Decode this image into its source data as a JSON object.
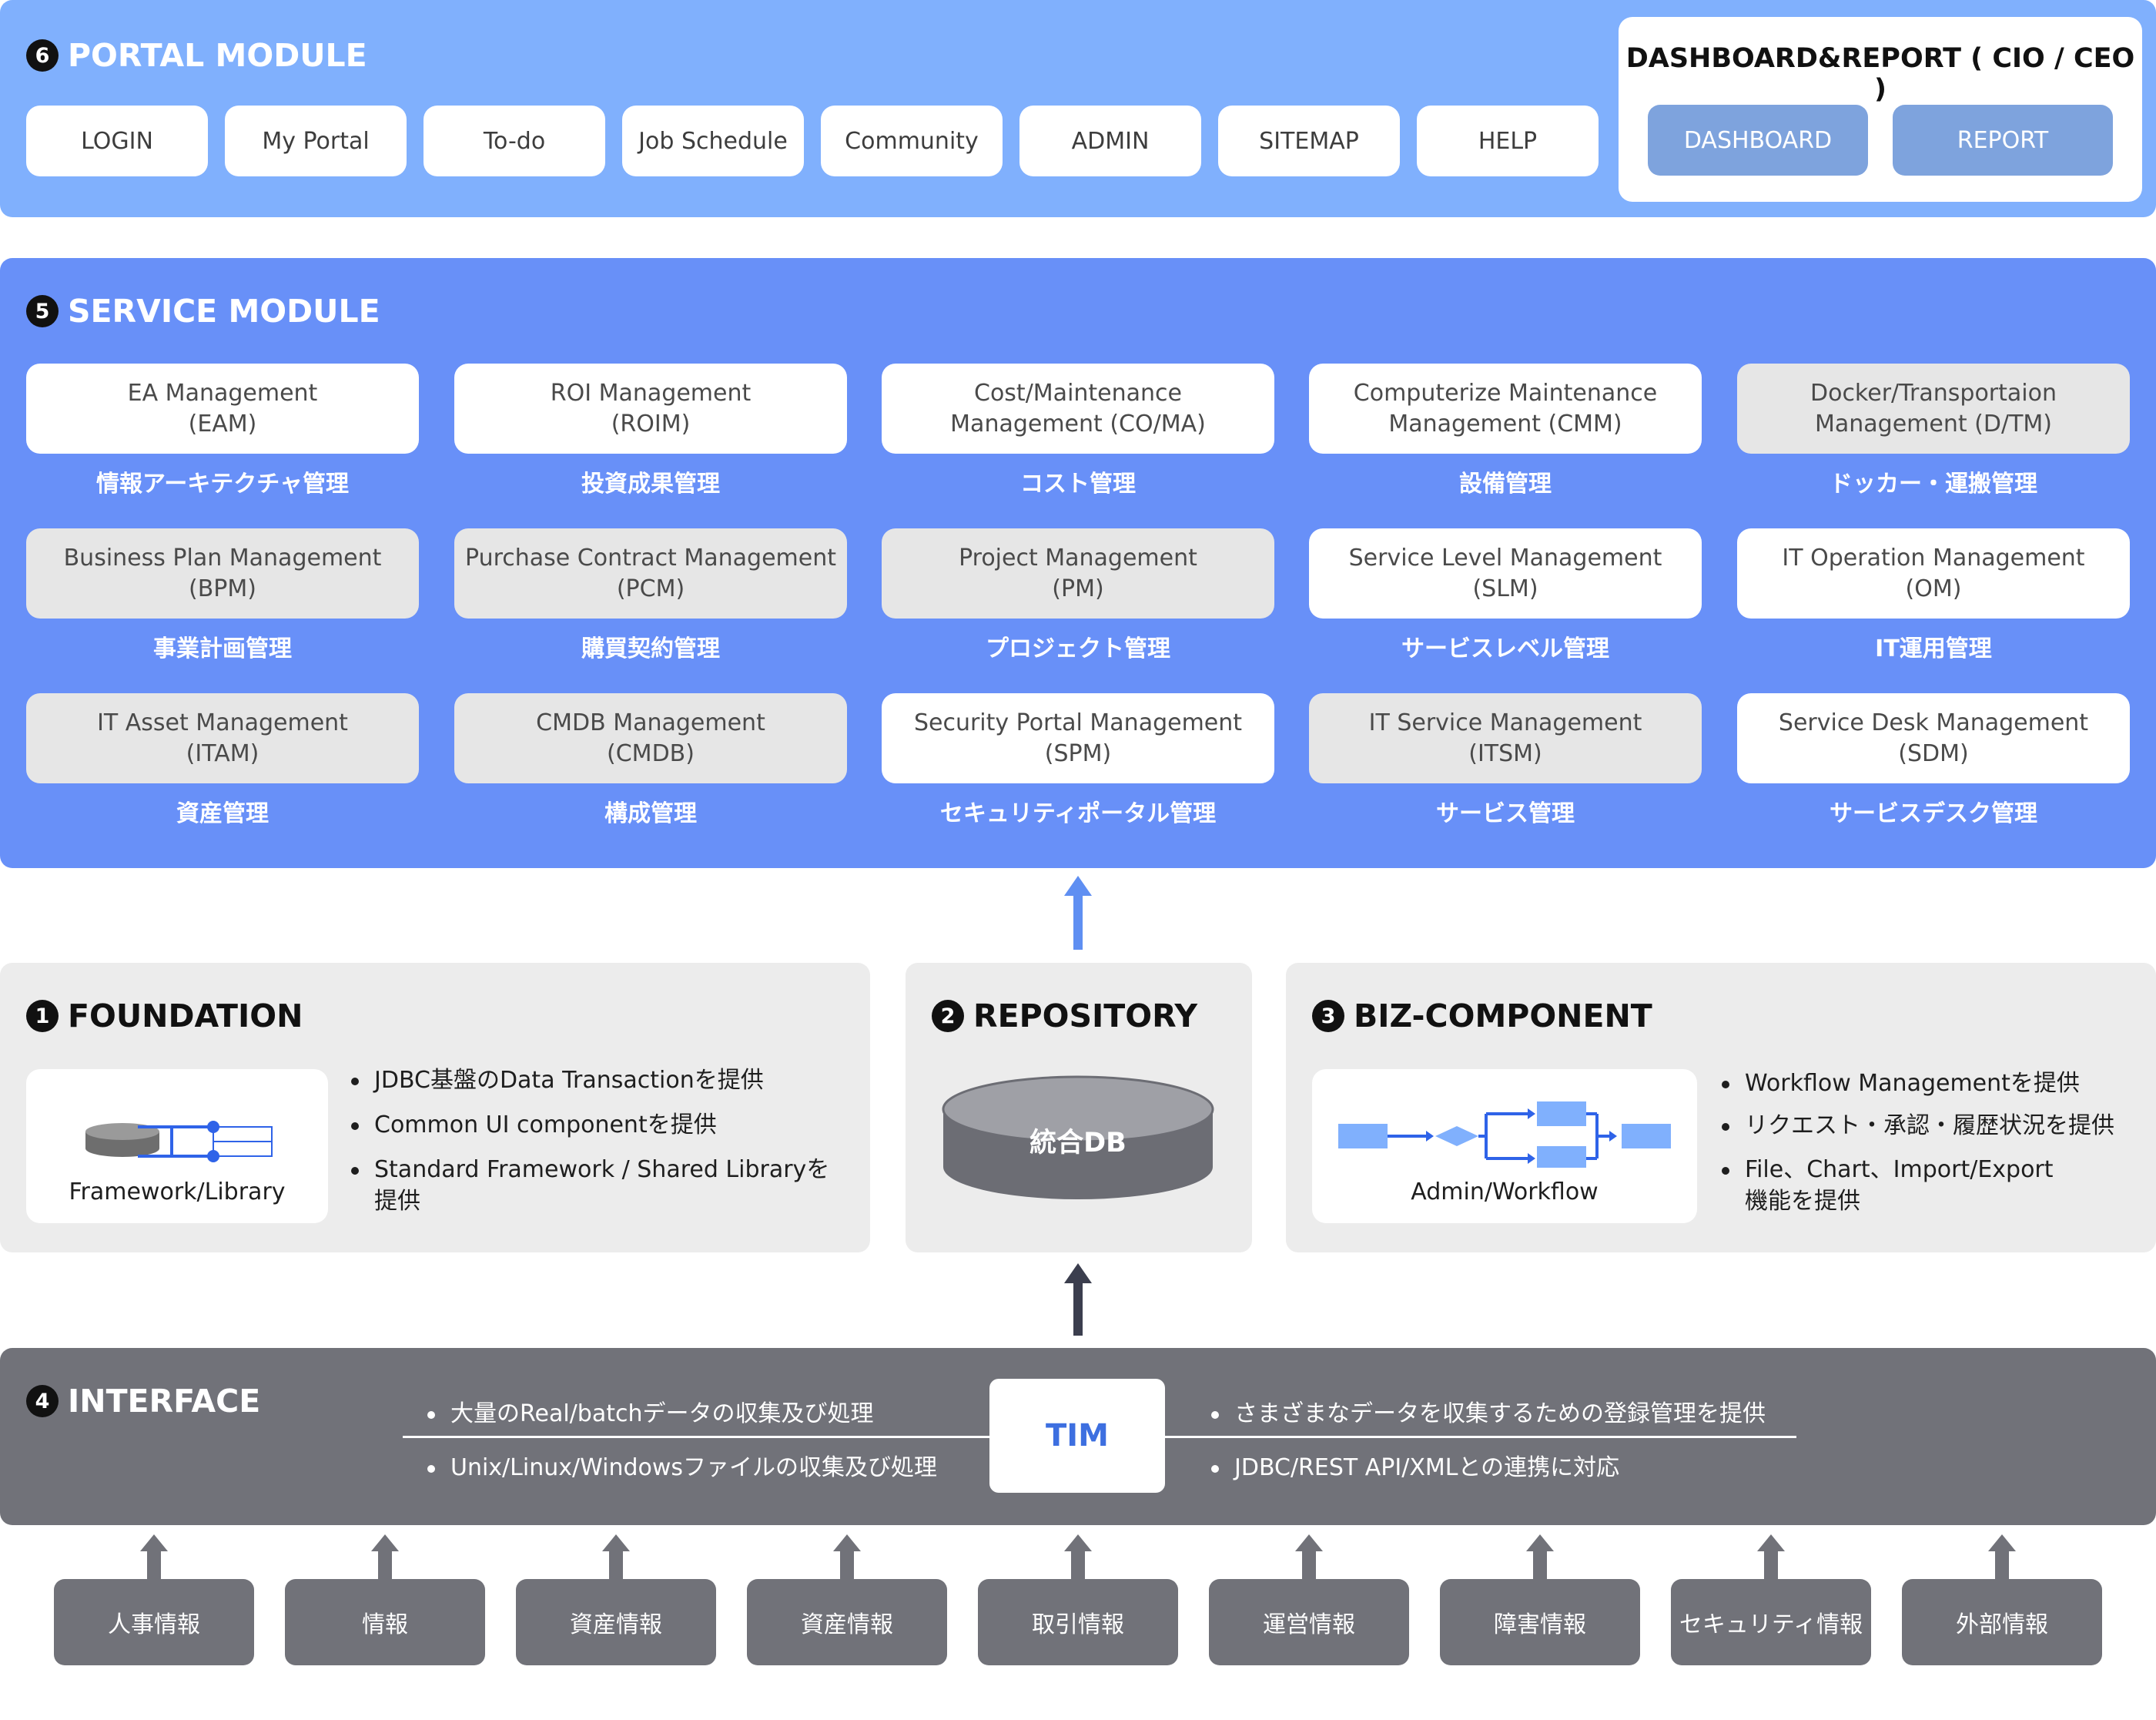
{
  "portal": {
    "number": "6",
    "title": "PORTAL MODULE",
    "buttons": [
      "LOGIN",
      "My Portal",
      "To-do",
      "Job Schedule",
      "Community",
      "ADMIN",
      "SITEMAP",
      "HELP"
    ],
    "dashboard": {
      "title": "DASHBOARD&REPORT ( CIO / CEO )",
      "buttons": [
        "DASHBOARD",
        "REPORT"
      ]
    }
  },
  "service": {
    "number": "5",
    "title": "SERVICE MODULE",
    "modules": [
      {
        "line1": "EA Management",
        "line2": "(EAM)",
        "label": "情報アーキテクチャ管理",
        "style": "white"
      },
      {
        "line1": "ROI Management",
        "line2": "(ROIM)",
        "label": "投資成果管理",
        "style": "white"
      },
      {
        "line1": "Cost/Maintenance",
        "line2": "Management (CO/MA)",
        "label": "コスト管理",
        "style": "white"
      },
      {
        "line1": "Computerize Maintenance",
        "line2": "Management (CMM)",
        "label": "設備管理",
        "style": "white"
      },
      {
        "line1": "Docker/Transportaion",
        "line2": "Management (D/TM)",
        "label": "ドッカー・運搬管理",
        "style": "gray"
      },
      {
        "line1": "Business Plan Management",
        "line2": "(BPM)",
        "label": "事業計画管理",
        "style": "gray"
      },
      {
        "line1": "Purchase Contract Management",
        "line2": "(PCM)",
        "label": "購買契約管理",
        "style": "gray"
      },
      {
        "line1": "Project Management",
        "line2": "(PM)",
        "label": "プロジェクト管理",
        "style": "gray"
      },
      {
        "line1": "Service Level Management",
        "line2": "(SLM)",
        "label": "サービスレベル管理",
        "style": "white"
      },
      {
        "line1": "IT Operation Management",
        "line2": "(OM)",
        "label": "IT運用管理",
        "style": "white"
      },
      {
        "line1": "IT Asset Management",
        "line2": "(ITAM)",
        "label": "資産管理",
        "style": "gray"
      },
      {
        "line1": "CMDB Management",
        "line2": "(CMDB)",
        "label": "構成管理",
        "style": "gray"
      },
      {
        "line1": "Security Portal Management",
        "line2": "(SPM)",
        "label": "セキュリティポータル管理",
        "style": "white"
      },
      {
        "line1": "IT Service Management",
        "line2": "(ITSM)",
        "label": "サービス管理",
        "style": "gray"
      },
      {
        "line1": "Service Desk Management",
        "line2": "(SDM)",
        "label": "サービスデスク管理",
        "style": "white"
      }
    ]
  },
  "foundation": {
    "number": "1",
    "title": "FOUNDATION",
    "caption": "Framework/Library",
    "bullets": [
      "JDBC基盤のData Transactionを提供",
      "Common UI componentを提供",
      "Standard Framework / Shared Libraryを",
      "提供"
    ]
  },
  "repository": {
    "number": "2",
    "title": "REPOSITORY",
    "db_label": "統合DB"
  },
  "bizcomponent": {
    "number": "3",
    "title": "BIZ-COMPONENT",
    "caption": "Admin/Workflow",
    "bullets": [
      "Workflow Managementを提供",
      "リクエスト・承認・履歴状況を提供",
      "File、Chart、Import/Export",
      "機能を提供"
    ]
  },
  "interface": {
    "number": "4",
    "title": "INTERFACE",
    "center": "TIM",
    "left_bullets": [
      "大量のReal/batchデータの収集及び処理",
      "Unix/Linux/Windowsファイルの収集及び処理"
    ],
    "right_bullets": [
      "さまざまなデータを収集するための登録管理を提供",
      "JDBC/REST API/XMLとの連携に対応"
    ]
  },
  "sources": [
    "人事情報",
    "情報",
    "資産情報",
    "資産情報",
    "取引情報",
    "運営情報",
    "障害情報",
    "セキュリティ情報",
    "外部情報"
  ],
  "colors": {
    "portal_bg": "#80b0fd",
    "service_bg": "#6890f8",
    "interface_bg": "#717279",
    "panel_bg": "#ececec",
    "dashboard_button": "#7ea3dd",
    "tim_text": "#3d6fe0",
    "arrow_blue": "#5f8ff2",
    "arrow_dark": "#3b3e4e"
  }
}
